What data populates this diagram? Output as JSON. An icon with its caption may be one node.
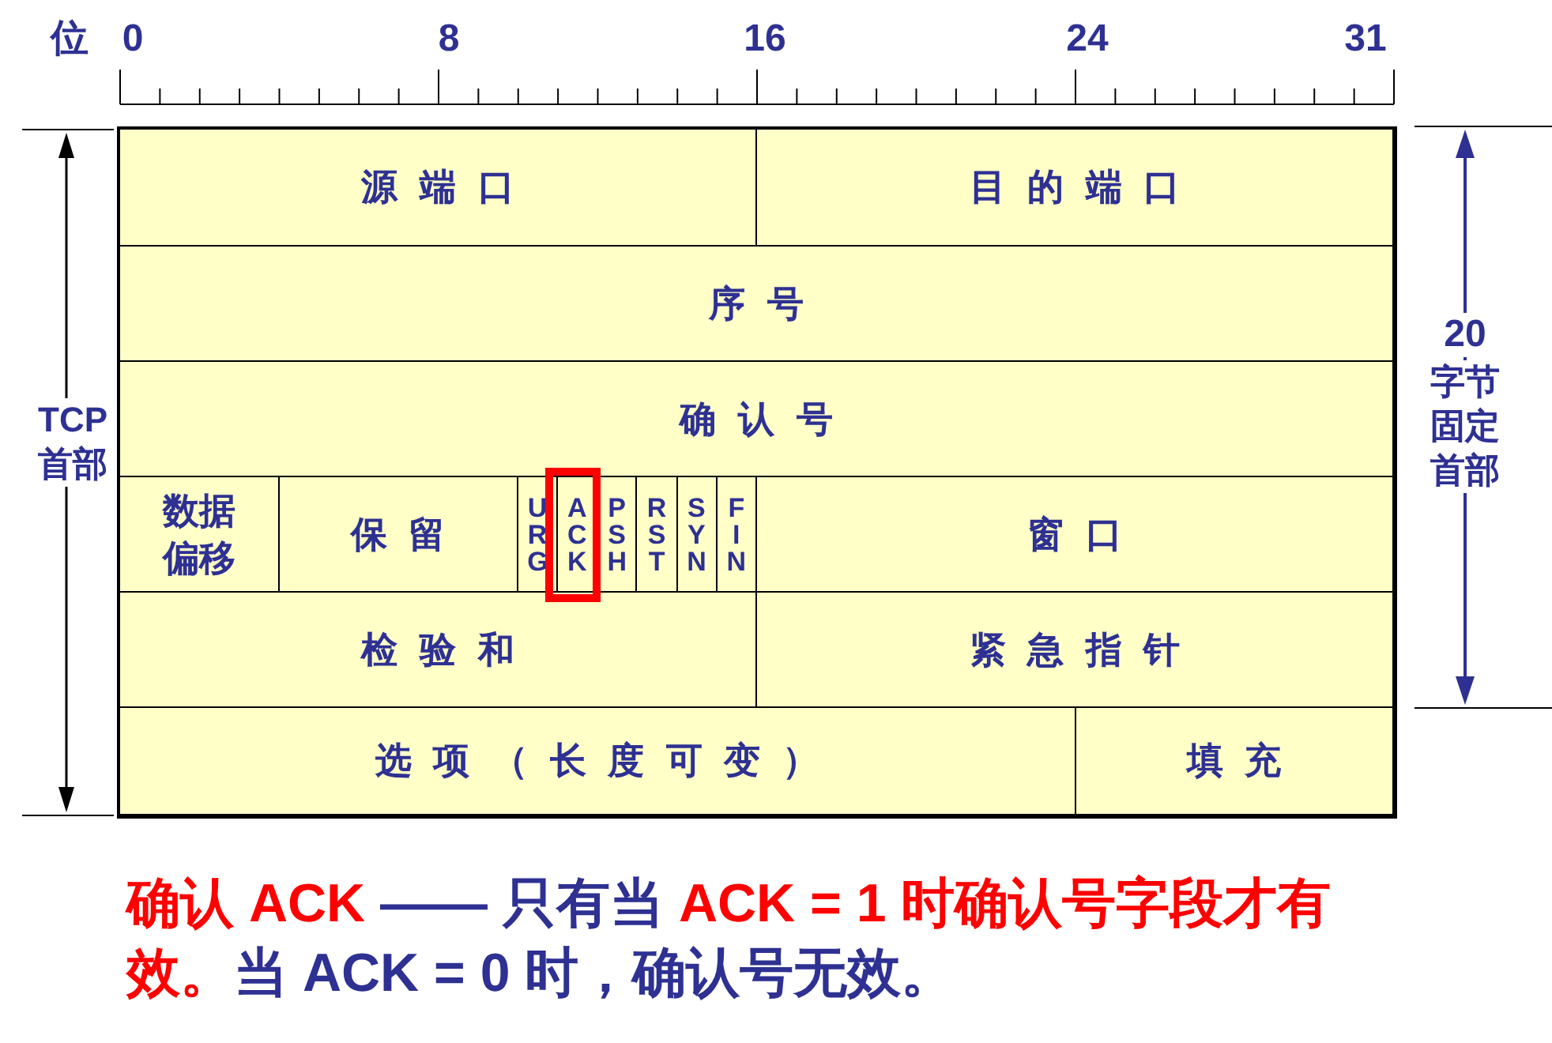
{
  "diagram": {
    "caption": "**确认 ACK** —— 只有当 **ACK = 1 时确认号字段才有效。**当 ACK = 0 时，确认号无效。",
    "nodes": [
      {
        "text": [
          "源端口"
        ]
      },
      {
        "text": [
          "目的端口"
        ]
      },
      {
        "text": [
          "序号"
        ]
      },
      {
        "text": [
          "确认号"
        ]
      },
      {
        "text": [
          "数据偏移"
        ]
      },
      {
        "text": [
          "保留"
        ]
      },
      {
        "text": [
          "URG"
        ]
      },
      {
        "text": [
          "ACK"
        ]
      },
      {
        "text": [
          "PSH"
        ]
      },
      {
        "text": [
          "RST"
        ]
      },
      {
        "text": [
          "SYN"
        ]
      },
      {
        "text": [
          "FIN"
        ]
      },
      {
        "text": [
          "窗口"
        ]
      },
      {
        "text": [
          "检验和"
        ]
      },
      {
        "text": [
          "紧急指针"
        ]
      },
      {
        "text": [
          "选项（长度可变）"
        ]
      },
      {
        "text": [
          "填充"
        ]
      }
    ],
    "edges": [],
    "labels": [
      "位",
      "0",
      "8",
      "16",
      "24",
      "31",
      "TCP 首部",
      "20",
      "字节固定首部"
    ]
  }
}
